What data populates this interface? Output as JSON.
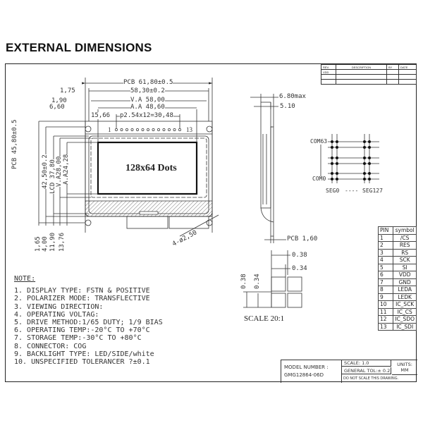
{
  "page": {
    "title": "EXTERNAL DIMENSIONS"
  },
  "revision_table": {
    "headers": [
      "REV.",
      "DESCRIPTION",
      "BY",
      "DATE"
    ],
    "rows": [
      [
        "VDD",
        "",
        "",
        ""
      ],
      [
        "",
        "",
        "",
        ""
      ],
      [
        "",
        "",
        "",
        ""
      ]
    ]
  },
  "front_view": {
    "display_label": "128x64 Dots",
    "horizontal_dims": {
      "pcb_width": "PCB 61,80±0.5",
      "outline_width": "58,30±0.2",
      "va_width": "V.A 58,00",
      "aa_width": "A.A 48,60",
      "pin_pitch": "p2.54x12=30,48",
      "offset_1": "1,75",
      "offset_2": "1,90",
      "offset_3": "6,60",
      "pin_offset": "15,66"
    },
    "vertical_dims": {
      "pcb_height": "PCB 45,80±0.5",
      "outline_height": "42,50±0.2",
      "lcd_height": "LCD 37,80",
      "va_height": "V.A28,00",
      "aa_height": "A.A24,28",
      "offset_1": "1,65",
      "offset_2": "4,00",
      "offset_3": "11,90",
      "offset_4": "13,76"
    },
    "pin_first": "1",
    "pin_last": "13",
    "hole_spec": "4-ø2,50"
  },
  "side_view": {
    "thickness_max": "6.80max",
    "thickness_lcd": "5.10",
    "pcb_thickness": "PCB 1,60"
  },
  "matrix_diagram": {
    "com_top": "COM63",
    "com_bottom": "COM0",
    "seg_left": "SEG0",
    "seg_dash": "----",
    "seg_right": "SEG127"
  },
  "dot_detail": {
    "pitch_h": "0.38",
    "dot_w": "0.34",
    "pitch_v": "0.38",
    "dot_h": "0.34",
    "scale_label": "SCALE 20:1"
  },
  "pin_table": {
    "headers": [
      "PIN",
      "symbol"
    ],
    "rows": [
      [
        "1",
        "/CS"
      ],
      [
        "2",
        "RES"
      ],
      [
        "3",
        "RS"
      ],
      [
        "4",
        "SCK"
      ],
      [
        "5",
        "SI"
      ],
      [
        "6",
        "VDD"
      ],
      [
        "7",
        "GND"
      ],
      [
        "8",
        "LEDA"
      ],
      [
        "9",
        "LEDK"
      ],
      [
        "10",
        "IC_SCK"
      ],
      [
        "11",
        "IC_CS"
      ],
      [
        "12",
        "IC_SDO"
      ],
      [
        "13",
        "IC_SDI"
      ]
    ]
  },
  "notes": {
    "header": "NOTE:",
    "items": [
      "1. DISPLAY TYPE: FSTN & POSITIVE",
      "2. POLARIZER MODE: TRANSFLECTIVE",
      "3. VIEWING DIRECTION:",
      "4. OPERATING VOLTAG:",
      "5. DRIVE METHOD:1/65 DUTY; 1/9 BIAS",
      "6. OPERATING TEMP:-20°C TO +70°C",
      "7. STORAGE TEMP:-30°C TO +80°C",
      "8. CONNECTOR:   COG",
      "9. BACKLIGHT TYPE:   LED/SIDE/white",
      "10. UNSPECIFIED TOLERANCER ?±0.1"
    ]
  },
  "title_block": {
    "model_label": "MODEL NUMBER :",
    "model_value": "GMG12864-06D",
    "scale": "SCALE: 1.0",
    "general_tol": "GENERAL TOL:± 0.2",
    "units_label": "UNITS:",
    "units_value": "MM",
    "warning": "DO NOT SCALE THIS DRAWING."
  }
}
